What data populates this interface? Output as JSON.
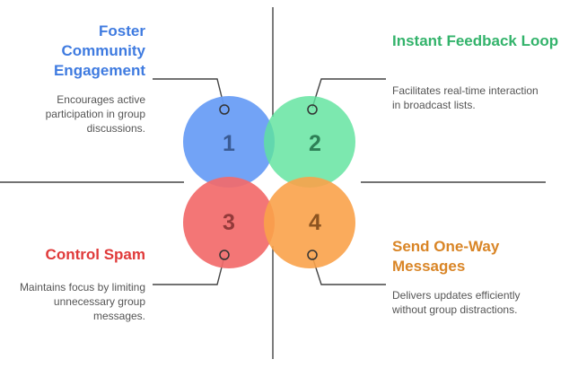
{
  "quadrants": [
    {
      "number": "1",
      "title": "Foster Community Engagement",
      "description": "Encourages active participation in group discussions.",
      "color": "#3f7be0"
    },
    {
      "number": "2",
      "title": "Instant Feedback Loop",
      "description": "Facilitates real-time interaction in broadcast lists.",
      "color": "#33b36b"
    },
    {
      "number": "3",
      "title": "Control Spam",
      "description": "Maintains focus by limiting unnecessary group messages.",
      "color": "#e03a3a"
    },
    {
      "number": "4",
      "title": "Send One-Way Messages",
      "description": "Delivers updates efficiently without group distractions.",
      "color": "#d98526"
    }
  ]
}
